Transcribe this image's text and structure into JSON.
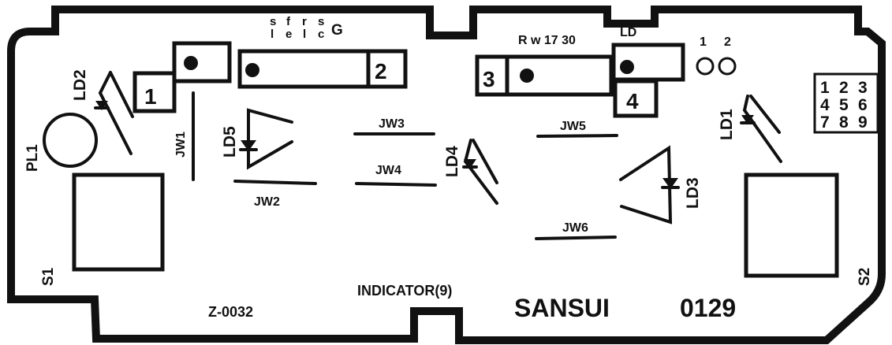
{
  "board": {
    "title": "INDICATOR(9)",
    "part_number": "Z-0032",
    "brand": "SANSUI",
    "code": "0129"
  },
  "connector_header": {
    "pin_labels": [
      "s",
      "l",
      "f",
      "e",
      "r",
      "l",
      "s",
      "c",
      "G"
    ]
  },
  "resistor_label": "R w 17 30",
  "ld_label": "LD",
  "led_points": [
    "1",
    "2"
  ],
  "pads": [
    "1",
    "2",
    "3",
    "4"
  ],
  "keypad": {
    "rows": [
      [
        "1",
        "2",
        "3"
      ],
      [
        "4",
        "5",
        "6"
      ],
      [
        "7",
        "8",
        "9"
      ]
    ]
  },
  "leds": [
    "LD1",
    "LD2",
    "LD3",
    "LD4",
    "LD5"
  ],
  "jumpers": [
    "JW1",
    "JW2",
    "JW3",
    "JW4",
    "JW5",
    "JW6"
  ],
  "lamp": "PL1",
  "switches": [
    "S1",
    "S2"
  ],
  "colors": {
    "ink": "#111111",
    "paper": "#ffffff"
  }
}
